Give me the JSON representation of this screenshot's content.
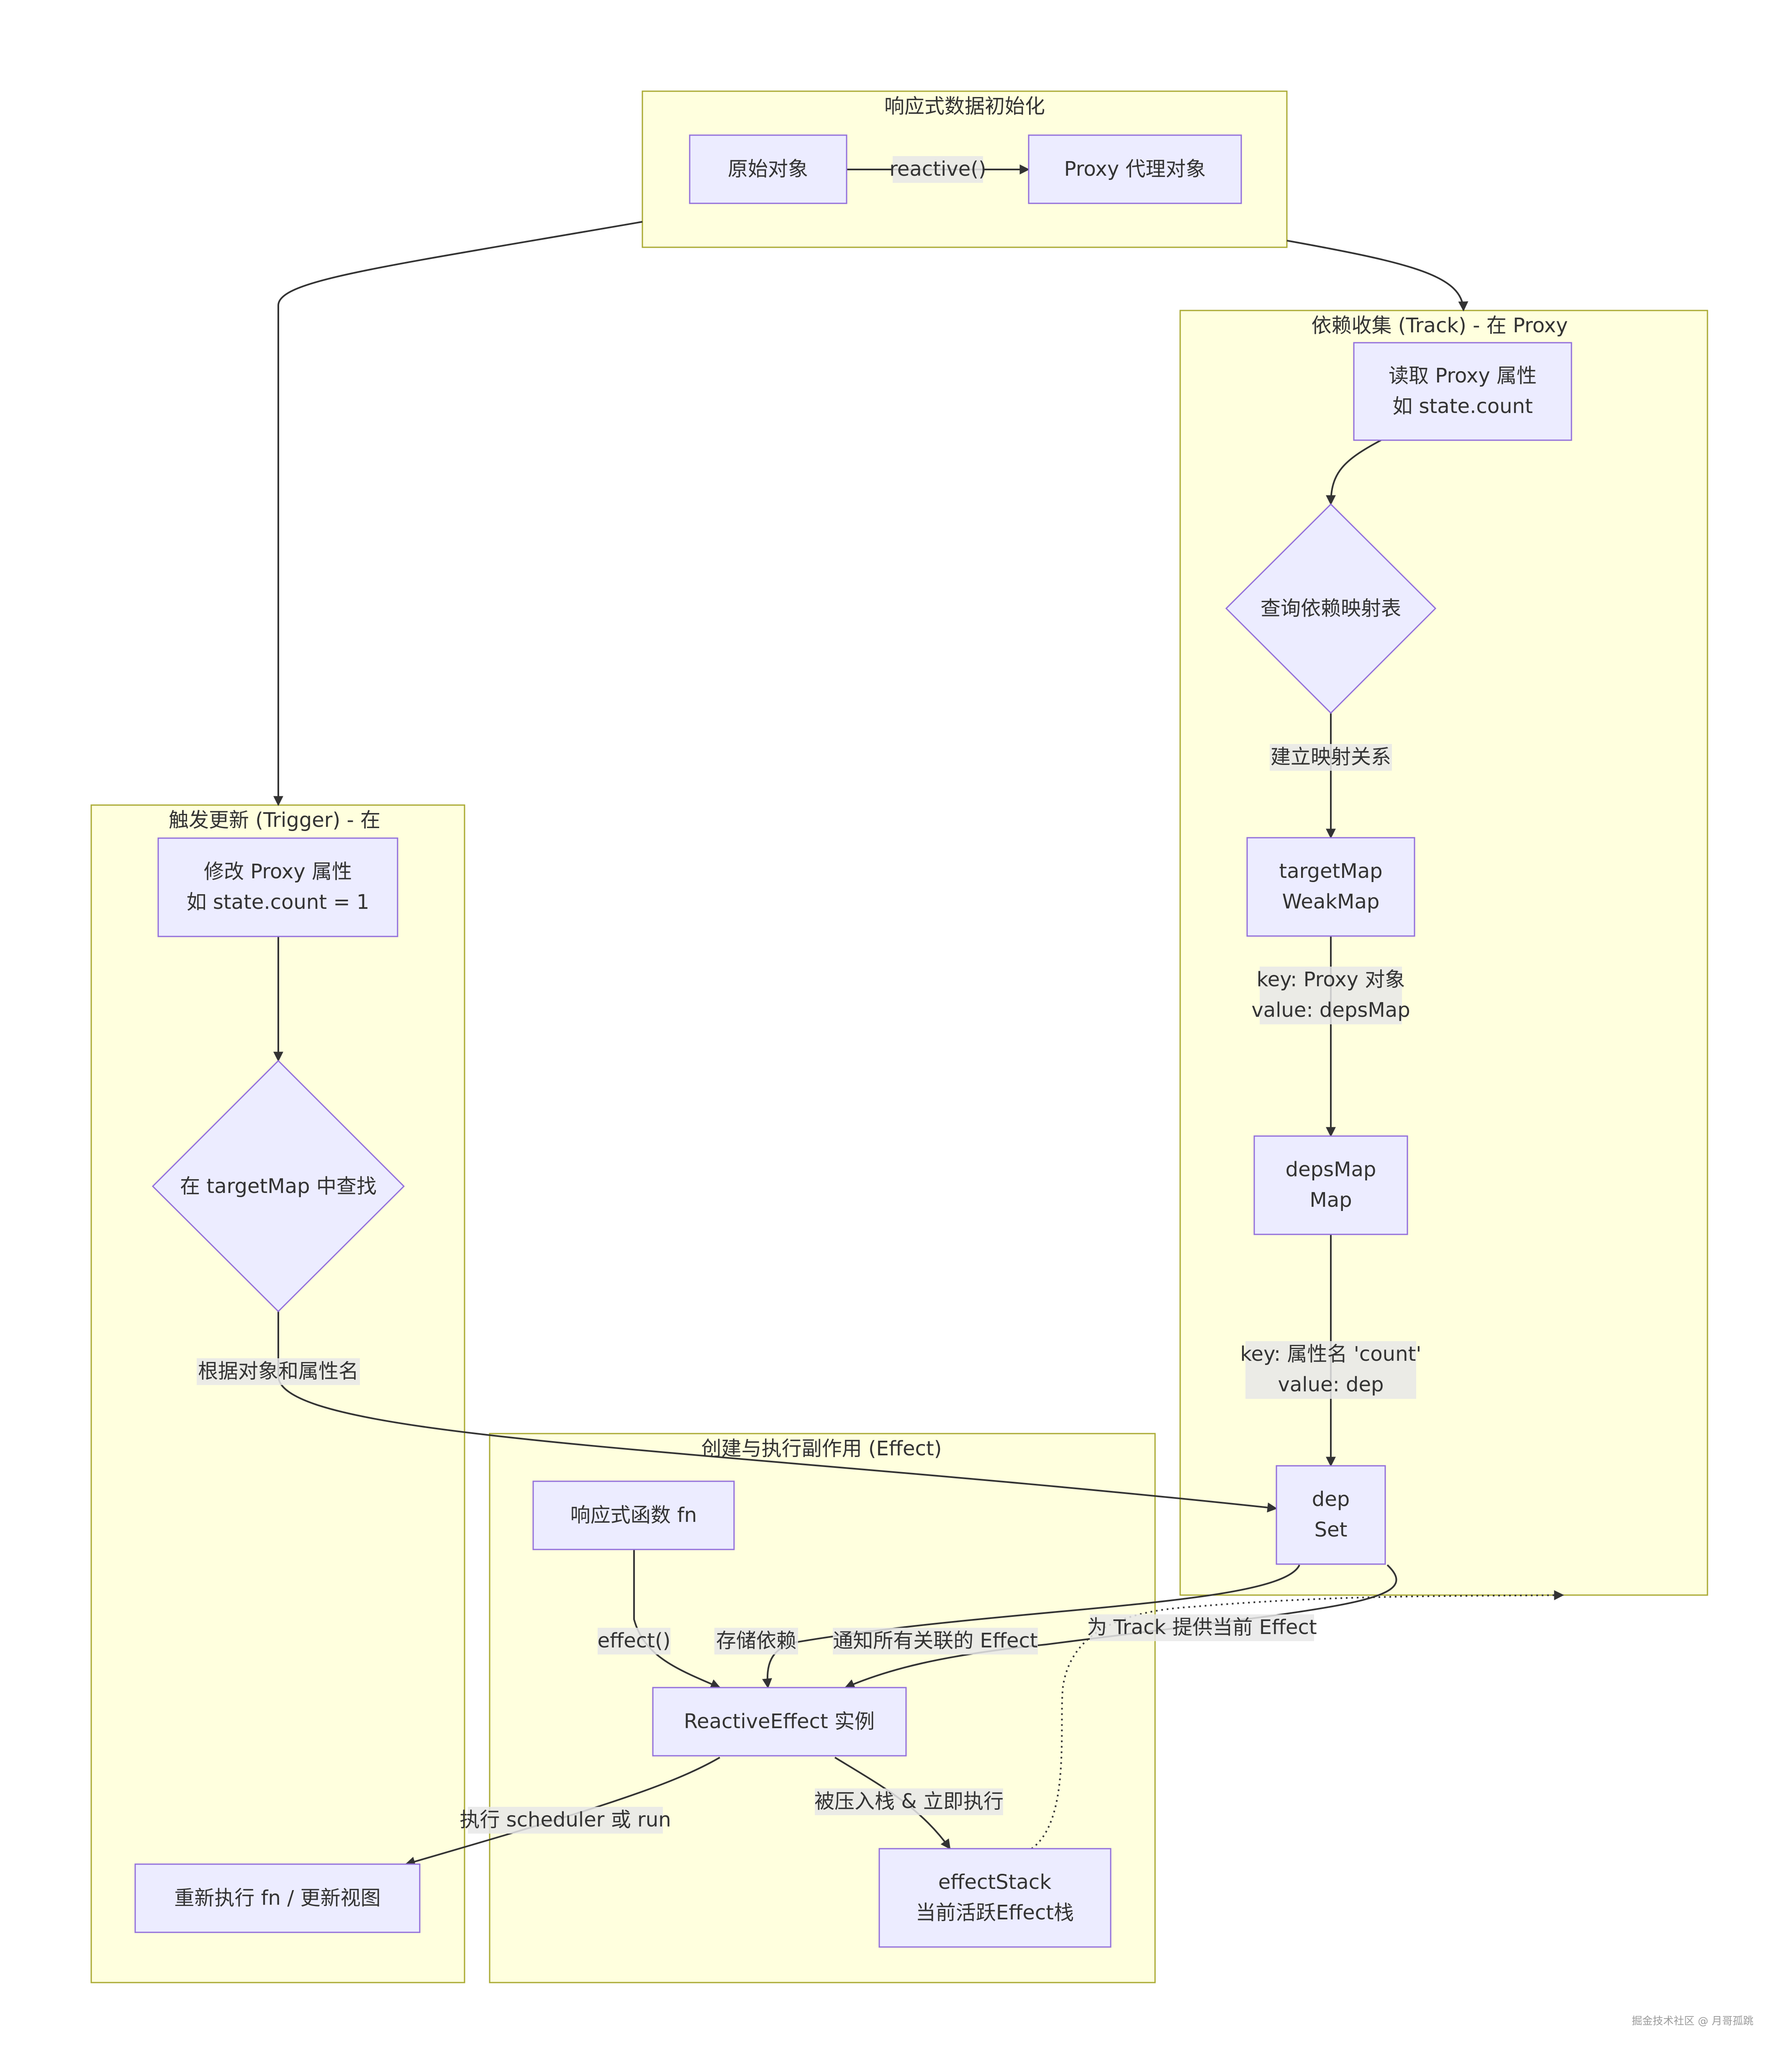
{
  "clusters": {
    "init": {
      "title": "响应式数据初始化"
    },
    "track": {
      "title": "依赖收集 (Track) - 在 Proxy"
    },
    "trigger": {
      "title": "触发更新 (Trigger) - 在"
    },
    "effect": {
      "title": "创建与执行副作用 (Effect)"
    }
  },
  "nodes": {
    "raw_object": {
      "line1": "原始对象"
    },
    "proxy_object": {
      "line1": "Proxy 代理对象"
    },
    "read_proxy": {
      "line1": "读取 Proxy 属性",
      "line2": "如 state.count"
    },
    "query_dep_map": {
      "line1": "查询依赖映射表"
    },
    "target_map": {
      "line1": "targetMap",
      "line2": "WeakMap"
    },
    "deps_map": {
      "line1": "depsMap",
      "line2": "Map"
    },
    "dep_set": {
      "line1": "dep",
      "line2": "Set"
    },
    "modify_proxy": {
      "line1": "修改 Proxy 属性",
      "line2": "如 state.count = 1"
    },
    "find_target_map": {
      "line1": "在 targetMap 中查找"
    },
    "rerun_fn": {
      "line1": "重新执行 fn / 更新视图"
    },
    "reactive_fn": {
      "line1": "响应式函数 fn"
    },
    "reactive_effect": {
      "line1": "ReactiveEffect 实例"
    },
    "effect_stack": {
      "line1": "effectStack",
      "line2": "当前活跃Effect栈"
    }
  },
  "edges": {
    "reactive_call": {
      "line1": "reactive()"
    },
    "build_mapping": {
      "line1": "建立映射关系"
    },
    "key_proxy": {
      "line1": "key: Proxy 对象",
      "line2": "value: depsMap"
    },
    "key_prop": {
      "line1": "key: 属性名 'count'",
      "line2": "value: dep"
    },
    "by_object_prop": {
      "line1": "根据对象和属性名"
    },
    "effect_call": {
      "line1": "effect()"
    },
    "store_deps": {
      "line1": "存储依赖"
    },
    "notify_effects": {
      "line1": "通知所有关联的 Effect"
    },
    "provide_effect": {
      "line1": "为 Track 提供当前 Effect"
    },
    "run_scheduler": {
      "line1": "执行 scheduler 或 run"
    },
    "push_run": {
      "line1": "被压入栈 & 立即执行"
    }
  },
  "watermark": "掘金技术社区 @ 月哥孤跳",
  "colors": {
    "cluster_fill": "#ffffde",
    "cluster_stroke": "#aaaa33",
    "node_fill": "#ececff",
    "node_stroke": "#9370db",
    "edge": "#333333",
    "label_bg": "#e8e8e8"
  }
}
